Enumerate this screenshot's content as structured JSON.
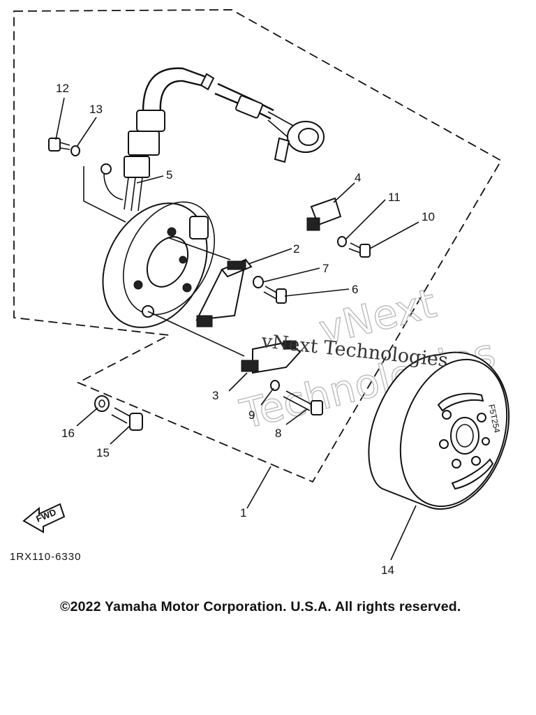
{
  "diagram": {
    "callouts": [
      {
        "id": "12",
        "label": "12"
      },
      {
        "id": "13",
        "label": "13"
      },
      {
        "id": "5",
        "label": "5"
      },
      {
        "id": "4",
        "label": "4"
      },
      {
        "id": "11",
        "label": "11"
      },
      {
        "id": "10",
        "label": "10"
      },
      {
        "id": "2",
        "label": "2"
      },
      {
        "id": "7",
        "label": "7"
      },
      {
        "id": "6",
        "label": "6"
      },
      {
        "id": "3",
        "label": "3"
      },
      {
        "id": "9",
        "label": "9"
      },
      {
        "id": "8",
        "label": "8"
      },
      {
        "id": "16",
        "label": "16"
      },
      {
        "id": "15",
        "label": "15"
      },
      {
        "id": "1",
        "label": "1"
      },
      {
        "id": "14",
        "label": "14"
      }
    ],
    "fwd_label": "FWD",
    "part_code": "1RX110-6330",
    "rotor_mark": "F5T254",
    "watermark_small": "vNext Technologies",
    "watermark_large_line1": "vNext",
    "watermark_large_line2": "Technologies"
  },
  "footer": {
    "copyright": "©2022 Yamaha Motor Corporation. U.S.A. All rights reserved."
  }
}
